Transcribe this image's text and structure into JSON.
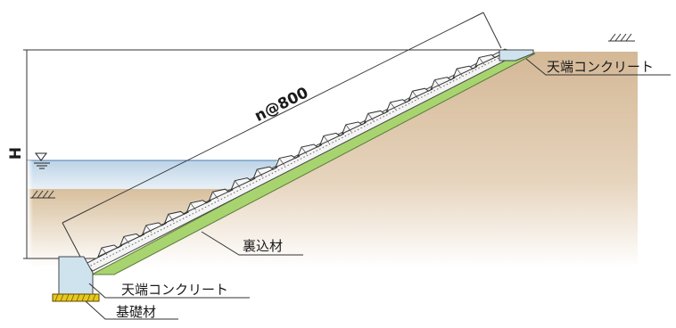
{
  "labels": {
    "crest_concrete_top": "天端コンクリート",
    "crest_concrete_bottom": "天端コンクリート",
    "backfill": "裏込材",
    "foundation": "基礎材"
  },
  "dimensions": {
    "slope_spacing": "n@800",
    "height": "H"
  },
  "symbols": {
    "water_level": "water-level-marker-icon",
    "ground_hatch": "ground-hatch-icon"
  },
  "colors": {
    "backfill_green": "#a8d46f",
    "concrete_blue": "#cfe3ef",
    "foundation_yellow": "#e8c81e",
    "soil_tan": "#d9c0a0",
    "water_blue": "#c9dcec"
  }
}
